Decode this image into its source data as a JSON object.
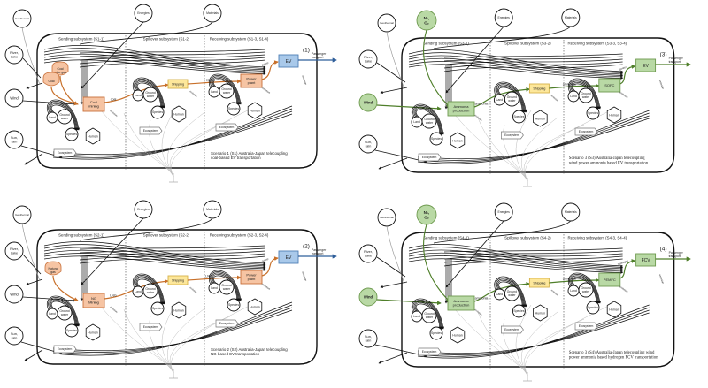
{
  "colors": {
    "orange_fill": "#f6c4a3",
    "orange_stroke": "#c8703a",
    "orange_flow": "#c8702a",
    "green_fill": "#b9d9a5",
    "green_stroke": "#6e9a4f",
    "green_flow": "#4f7f2a",
    "blue_fill": "#a9c9ea",
    "blue_stroke": "#4f7fb5",
    "blue_flow": "#2f5f9a",
    "yellow_fill": "#fde79a",
    "yellow_stroke": "#d6b24a",
    "line": "#111111",
    "grey_line": "#bbbbbb"
  },
  "panels": [
    {
      "id": "S1",
      "number": "(1)",
      "theme": "orange",
      "external": {
        "geothermal": "Geothermal",
        "energies": "Energies",
        "materials": "Materials",
        "river": [
          "River,",
          "Lake"
        ],
        "wind": "Wind",
        "sun": [
          "Sun,",
          "rain"
        ],
        "gas": null
      },
      "subsystems": {
        "sending": "Sending subsystem (S1-1)",
        "spillover": "Spillover subsystem (S1-2)",
        "receiving": "Receiving subsystem (S1-3, S1-4)"
      },
      "source_nodes": [
        [
          "Coal",
          "mine gas"
        ],
        [
          "Coal"
        ]
      ],
      "production": [
        "Coal",
        "mining"
      ],
      "flow1_label": "coal",
      "shipping": "Shipping",
      "flow2_label": "coal",
      "conversion": [
        "Power",
        "plant"
      ],
      "flow3_label": "power",
      "vehicle": "EV",
      "output": [
        "Passenger",
        "transport"
      ],
      "emission": "emission",
      "local": {
        "land": "Land",
        "ground_water": [
          "Ground",
          "water"
        ],
        "species": "Species",
        "human": "Human",
        "ecosystem": "Ecosystem"
      },
      "caption": [
        "Scenario 1 (S1) Australia-Japan telecoupling",
        "coal-based EV transportation"
      ],
      "caption_serif": false
    },
    {
      "id": "S2",
      "number": "(2)",
      "theme": "orange",
      "external": {
        "geothermal": "Geothermal",
        "energies": "Energies",
        "materials": "Materials",
        "river": [
          "River,",
          "Lake"
        ],
        "wind": "Wind",
        "sun": [
          "Sun,",
          "rain"
        ],
        "gas": null
      },
      "subsystems": {
        "sending": "Sending subsystem (S2-1)",
        "spillover": "Spillover subsystem (S2-2)",
        "receiving": "Receiving subsystem (S2-3, S2-4)"
      },
      "source_nodes": [
        [
          "Natural",
          "gas"
        ]
      ],
      "production": [
        "NG",
        "Mining"
      ],
      "flow1_label": "LNG",
      "shipping": "Shipping",
      "flow2_label": "LNG",
      "conversion": [
        "Power",
        "plant"
      ],
      "flow3_label": "power",
      "vehicle": "EV",
      "output": [
        "Passenger",
        "transport"
      ],
      "emission": "emission",
      "local": {
        "land": "Land",
        "ground_water": [
          "Ground",
          "water"
        ],
        "species": "Species",
        "human": "Human",
        "ecosystem": "Ecosystem"
      },
      "caption": [
        "Scenario 2 (S2) Australia-Japan telecoupling",
        "NG-based EV transportation"
      ],
      "caption_serif": false
    },
    {
      "id": "S3",
      "number": "(3)",
      "theme": "green",
      "external": {
        "geothermal": "Geothermal",
        "energies": "Energies",
        "materials": "Materials",
        "river": [
          "River,",
          "Lake"
        ],
        "wind": "Wind",
        "sun": [
          "Sun,",
          "rain"
        ],
        "gas": [
          "N₂,",
          "O₂"
        ]
      },
      "subsystems": {
        "sending": "Sending subsystem (S3-1)",
        "spillover": "Spillover subsystem (S3-2)",
        "receiving": "Receiving subsystem (S3-3, S3-4)"
      },
      "source_nodes": [],
      "production": [
        "Ammonia",
        "production"
      ],
      "flow1_label": "ammonia",
      "shipping": "Shipping",
      "flow2_label": "ammonia",
      "conversion": [
        "SOFC"
      ],
      "flow3_label": "power",
      "vehicle": "EV",
      "output": [
        "Passenger",
        "transport"
      ],
      "emission": "emission",
      "local": {
        "land": "Land",
        "ground_water": [
          "Ground",
          "water"
        ],
        "species": "Species",
        "human": "Human",
        "ecosystem": "Ecosystem"
      },
      "caption": [
        "Scenario 3 (S3) Australia-Japan telecoupling",
        "wind power ammonia based EV transportation"
      ],
      "caption_serif": true
    },
    {
      "id": "S4",
      "number": "(4)",
      "theme": "green",
      "external": {
        "geothermal": "Geothermal",
        "energies": "Energies",
        "materials": "Materials",
        "river": [
          "River,",
          "Lake"
        ],
        "wind": "Wind",
        "sun": [
          "Sun,",
          "rain"
        ],
        "gas": [
          "N₂,",
          "O₂"
        ]
      },
      "subsystems": {
        "sending": "Sending subsystem (S4-1)",
        "spillover": "Spillover subsystem (S4-2)",
        "receiving": "Receiving subsystem (S4-3, S4-4)"
      },
      "source_nodes": [],
      "production": [
        "Ammonia",
        "production"
      ],
      "flow1_label": "ammonia",
      "shipping": "Shipping",
      "flow2_label": "ammonia",
      "conversion": [
        "PEMFC"
      ],
      "flow3_label": "hydrogen",
      "vehicle": "FCV",
      "output": [
        "Passenger",
        "transport"
      ],
      "emission": "emission",
      "local": {
        "land": "Land",
        "ground_water": [
          "Ground",
          "water"
        ],
        "species": "Species",
        "human": "Human",
        "ecosystem": "Ecosystem"
      },
      "caption": [
        "Scenario 3 (S4) Australia-Japan telecoupling wind",
        "power ammonia based hydrogen FCV transportation"
      ],
      "caption_serif": true
    }
  ]
}
